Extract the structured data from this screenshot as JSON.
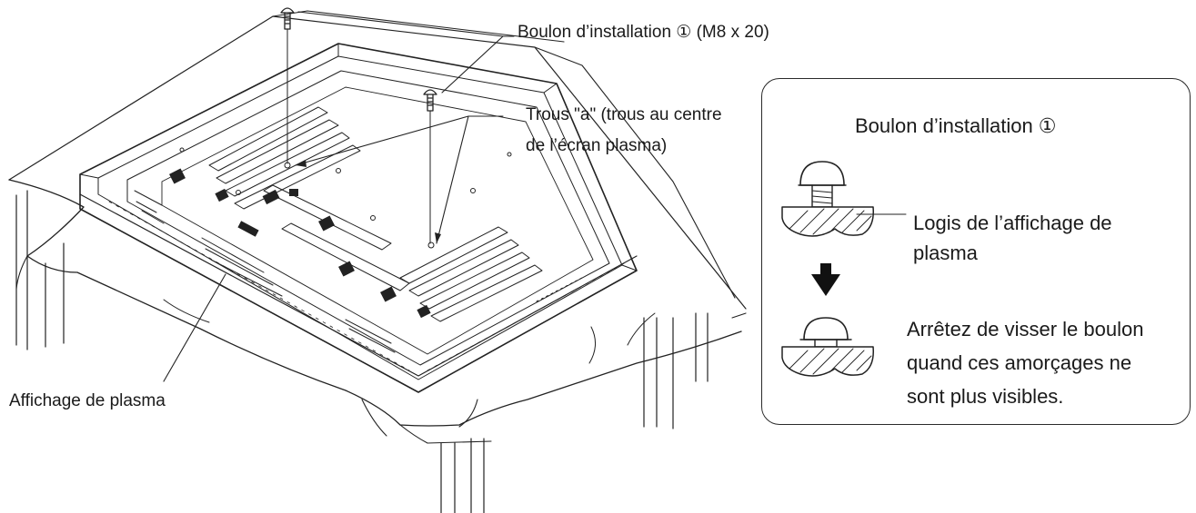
{
  "labels": {
    "bolt_main": "Boulon d’installation ① (M8 x 20)",
    "holes_line1": "Trous \"a\" (trous au centre",
    "holes_line2": "de l’écran plasma)",
    "display": "Affichage de plasma"
  },
  "inset": {
    "title": "Boulon d’installation ①",
    "housing_line1": "Logis de l’affichage de",
    "housing_line2": "plasma",
    "stop_line1": "Arrêtez de visser le boulon",
    "stop_line2": "quand ces amorçages ne",
    "stop_line3": "sont plus visibles."
  },
  "icons": {
    "arrow": "down-arrow-icon",
    "bolt": "bolt-icon"
  }
}
